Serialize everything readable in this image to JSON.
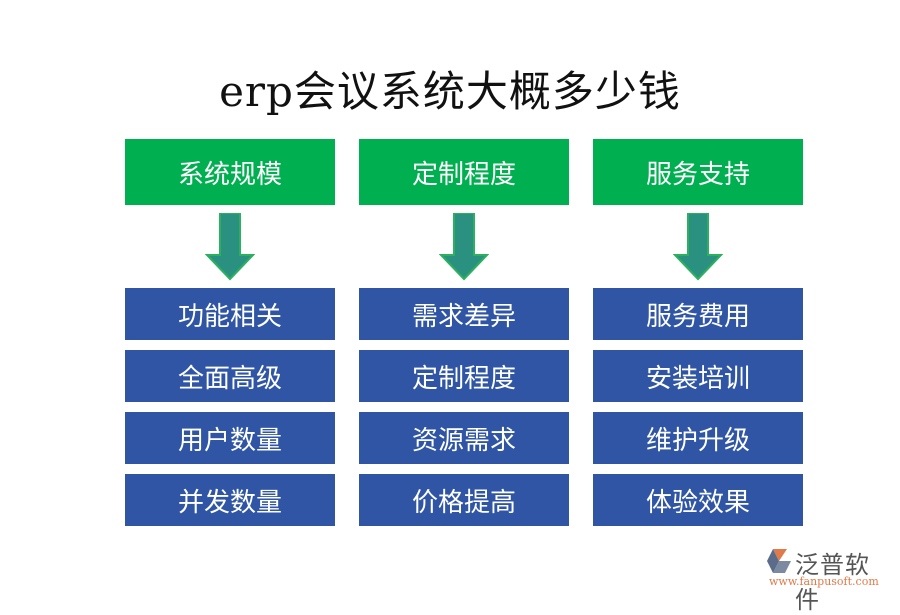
{
  "title": "erp会议系统大概多少钱",
  "colors": {
    "header": "#00b050",
    "item": "#2f55a4",
    "arrow": "#2a9080"
  },
  "columns": [
    {
      "header": "系统规模",
      "items": [
        "功能相关",
        "全面高级",
        "用户数量",
        "并发数量"
      ]
    },
    {
      "header": "定制程度",
      "items": [
        "需求差异",
        "定制程度",
        "资源需求",
        "价格提高"
      ]
    },
    {
      "header": "服务支持",
      "items": [
        "服务费用",
        "安装培训",
        "维护升级",
        "体验效果"
      ]
    }
  ],
  "logo": {
    "name": "泛普软件",
    "url": "www.fanpusoft.com"
  }
}
